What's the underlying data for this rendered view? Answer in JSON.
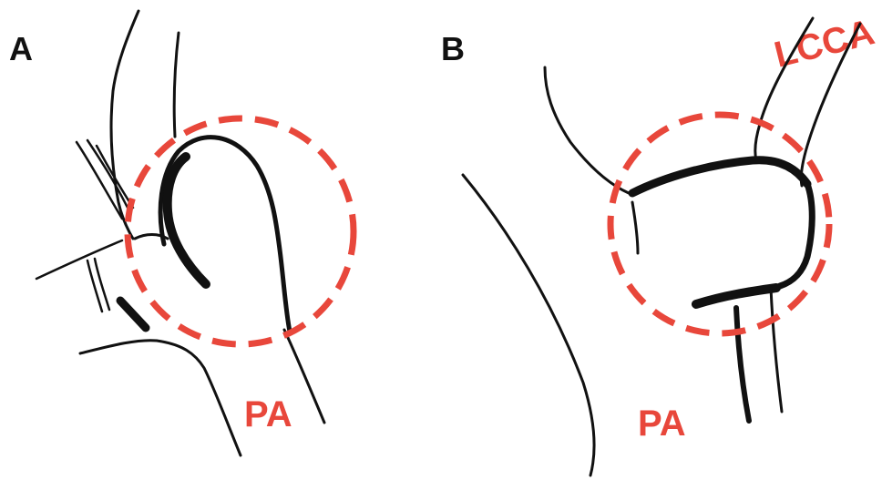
{
  "colors": {
    "ink": "#111111",
    "annotation_red": "#e8473b",
    "background": "#ffffff"
  },
  "panel_a": {
    "letter": "A",
    "vessel_label": "PA"
  },
  "panel_b": {
    "letter": "B",
    "vessel_label": "PA",
    "branch_label": "LCCA"
  }
}
